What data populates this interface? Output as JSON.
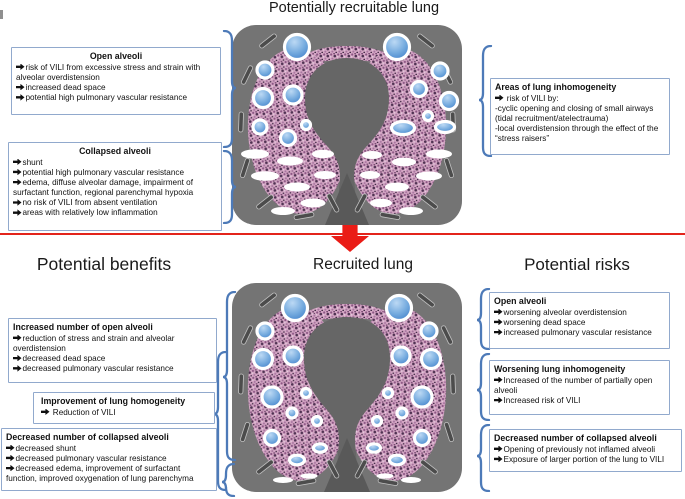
{
  "figure": {
    "top_title": "Potentially recruitable lung",
    "bottom_title": "Recruited lung",
    "benefits_heading": "Potential benefits",
    "risks_heading": "Potential risks"
  },
  "glyphs": {
    "bullet_arrow": "➔"
  },
  "colors": {
    "red_accent": "#e3241b",
    "box_border": "#91a9cd",
    "brace_blue": "#4d7ab8",
    "lung_pink": "#d4a6c4",
    "alveoli_blue": "#4c8bd4",
    "thorax_grey": "#747474"
  },
  "boxes": {
    "open_alveoli_potential": {
      "title": "Open alveoli",
      "align": "center",
      "items": [
        {
          "b": 1,
          "t": "risk of VILI from excessive stress and strain with alveolar overdistension"
        },
        {
          "b": 1,
          "t": "increased dead space"
        },
        {
          "b": 1,
          "t": "potential high pulmonary vascular resistance"
        }
      ]
    },
    "collapsed_alveoli": {
      "title": "Collapsed alveoli",
      "align": "center",
      "items": [
        {
          "b": 1,
          "t": "shunt"
        },
        {
          "b": 1,
          "t": "potential high pulmonary vascular resistance"
        },
        {
          "b": 1,
          "t": "edema, diffuse alveolar damage, impairment of surfactant function, regional parenchymal hypoxia"
        },
        {
          "b": 1,
          "t": "no risk of VILI from absent ventilation"
        },
        {
          "b": 1,
          "t": "areas with relatively low inflammation"
        }
      ]
    },
    "lung_inhomogeneity": {
      "title": "Areas of lung inhomogeneity",
      "align": "left",
      "items": [
        {
          "b": 1,
          "t": " risk of VILI by:"
        },
        {
          "b": 0,
          "t": "-cyclic opening and closing of small airways (tidal recruitment/atelectrauma)"
        },
        {
          "b": 0,
          "t": "-local overdistension through the effect of the “stress raisers”"
        }
      ]
    },
    "increased_open_alveoli": {
      "title": "Increased number of open alveoli",
      "align": "left",
      "items": [
        {
          "b": 1,
          "t": "reduction of stress and strain and alveolar overdistension"
        },
        {
          "b": 1,
          "t": "decreased dead space"
        },
        {
          "b": 1,
          "t": "decreased pulmonary vascular resistance"
        }
      ]
    },
    "lung_homogeneity": {
      "title": "Improvement of lung homogeneity",
      "align": "left",
      "items": [
        {
          "b": 1,
          "t": " Reduction of VILI"
        }
      ]
    },
    "decreased_collapsed_benefits": {
      "title": "Decreased number of collapsed alveoli",
      "align": "left",
      "items": [
        {
          "b": 1,
          "t": "decreased shunt"
        },
        {
          "b": 1,
          "t": "decreased pulmonary vascular resistance"
        },
        {
          "b": 1,
          "t": "decreased edema, improvement of surfactant function, improved oxygenation of lung parenchyma"
        }
      ]
    },
    "open_alveoli_risks": {
      "title": "Open alveoli",
      "align": "left",
      "items": [
        {
          "b": 1,
          "t": "worsening alveolar overdistension"
        },
        {
          "b": 1,
          "t": "worsening dead space"
        },
        {
          "b": 1,
          "t": "increased pulmonary vascular resistance"
        }
      ]
    },
    "worsening_inhomogeneity": {
      "title": "Worsening lung inhomogeneity",
      "align": "left",
      "items": [
        {
          "b": 1,
          "t": "Increased of the number of partially open alveoli"
        },
        {
          "b": 1,
          "t": "Increased risk of VILI"
        }
      ]
    },
    "decreased_collapsed_risks": {
      "title": "Decreased number of collapsed alveoli",
      "align": "left",
      "items": [
        {
          "b": 1,
          "t": "Opening of previously not inflamed alveoli"
        },
        {
          "b": 1,
          "t": "Exposure of larger portion of the lung to VILI"
        }
      ]
    }
  }
}
